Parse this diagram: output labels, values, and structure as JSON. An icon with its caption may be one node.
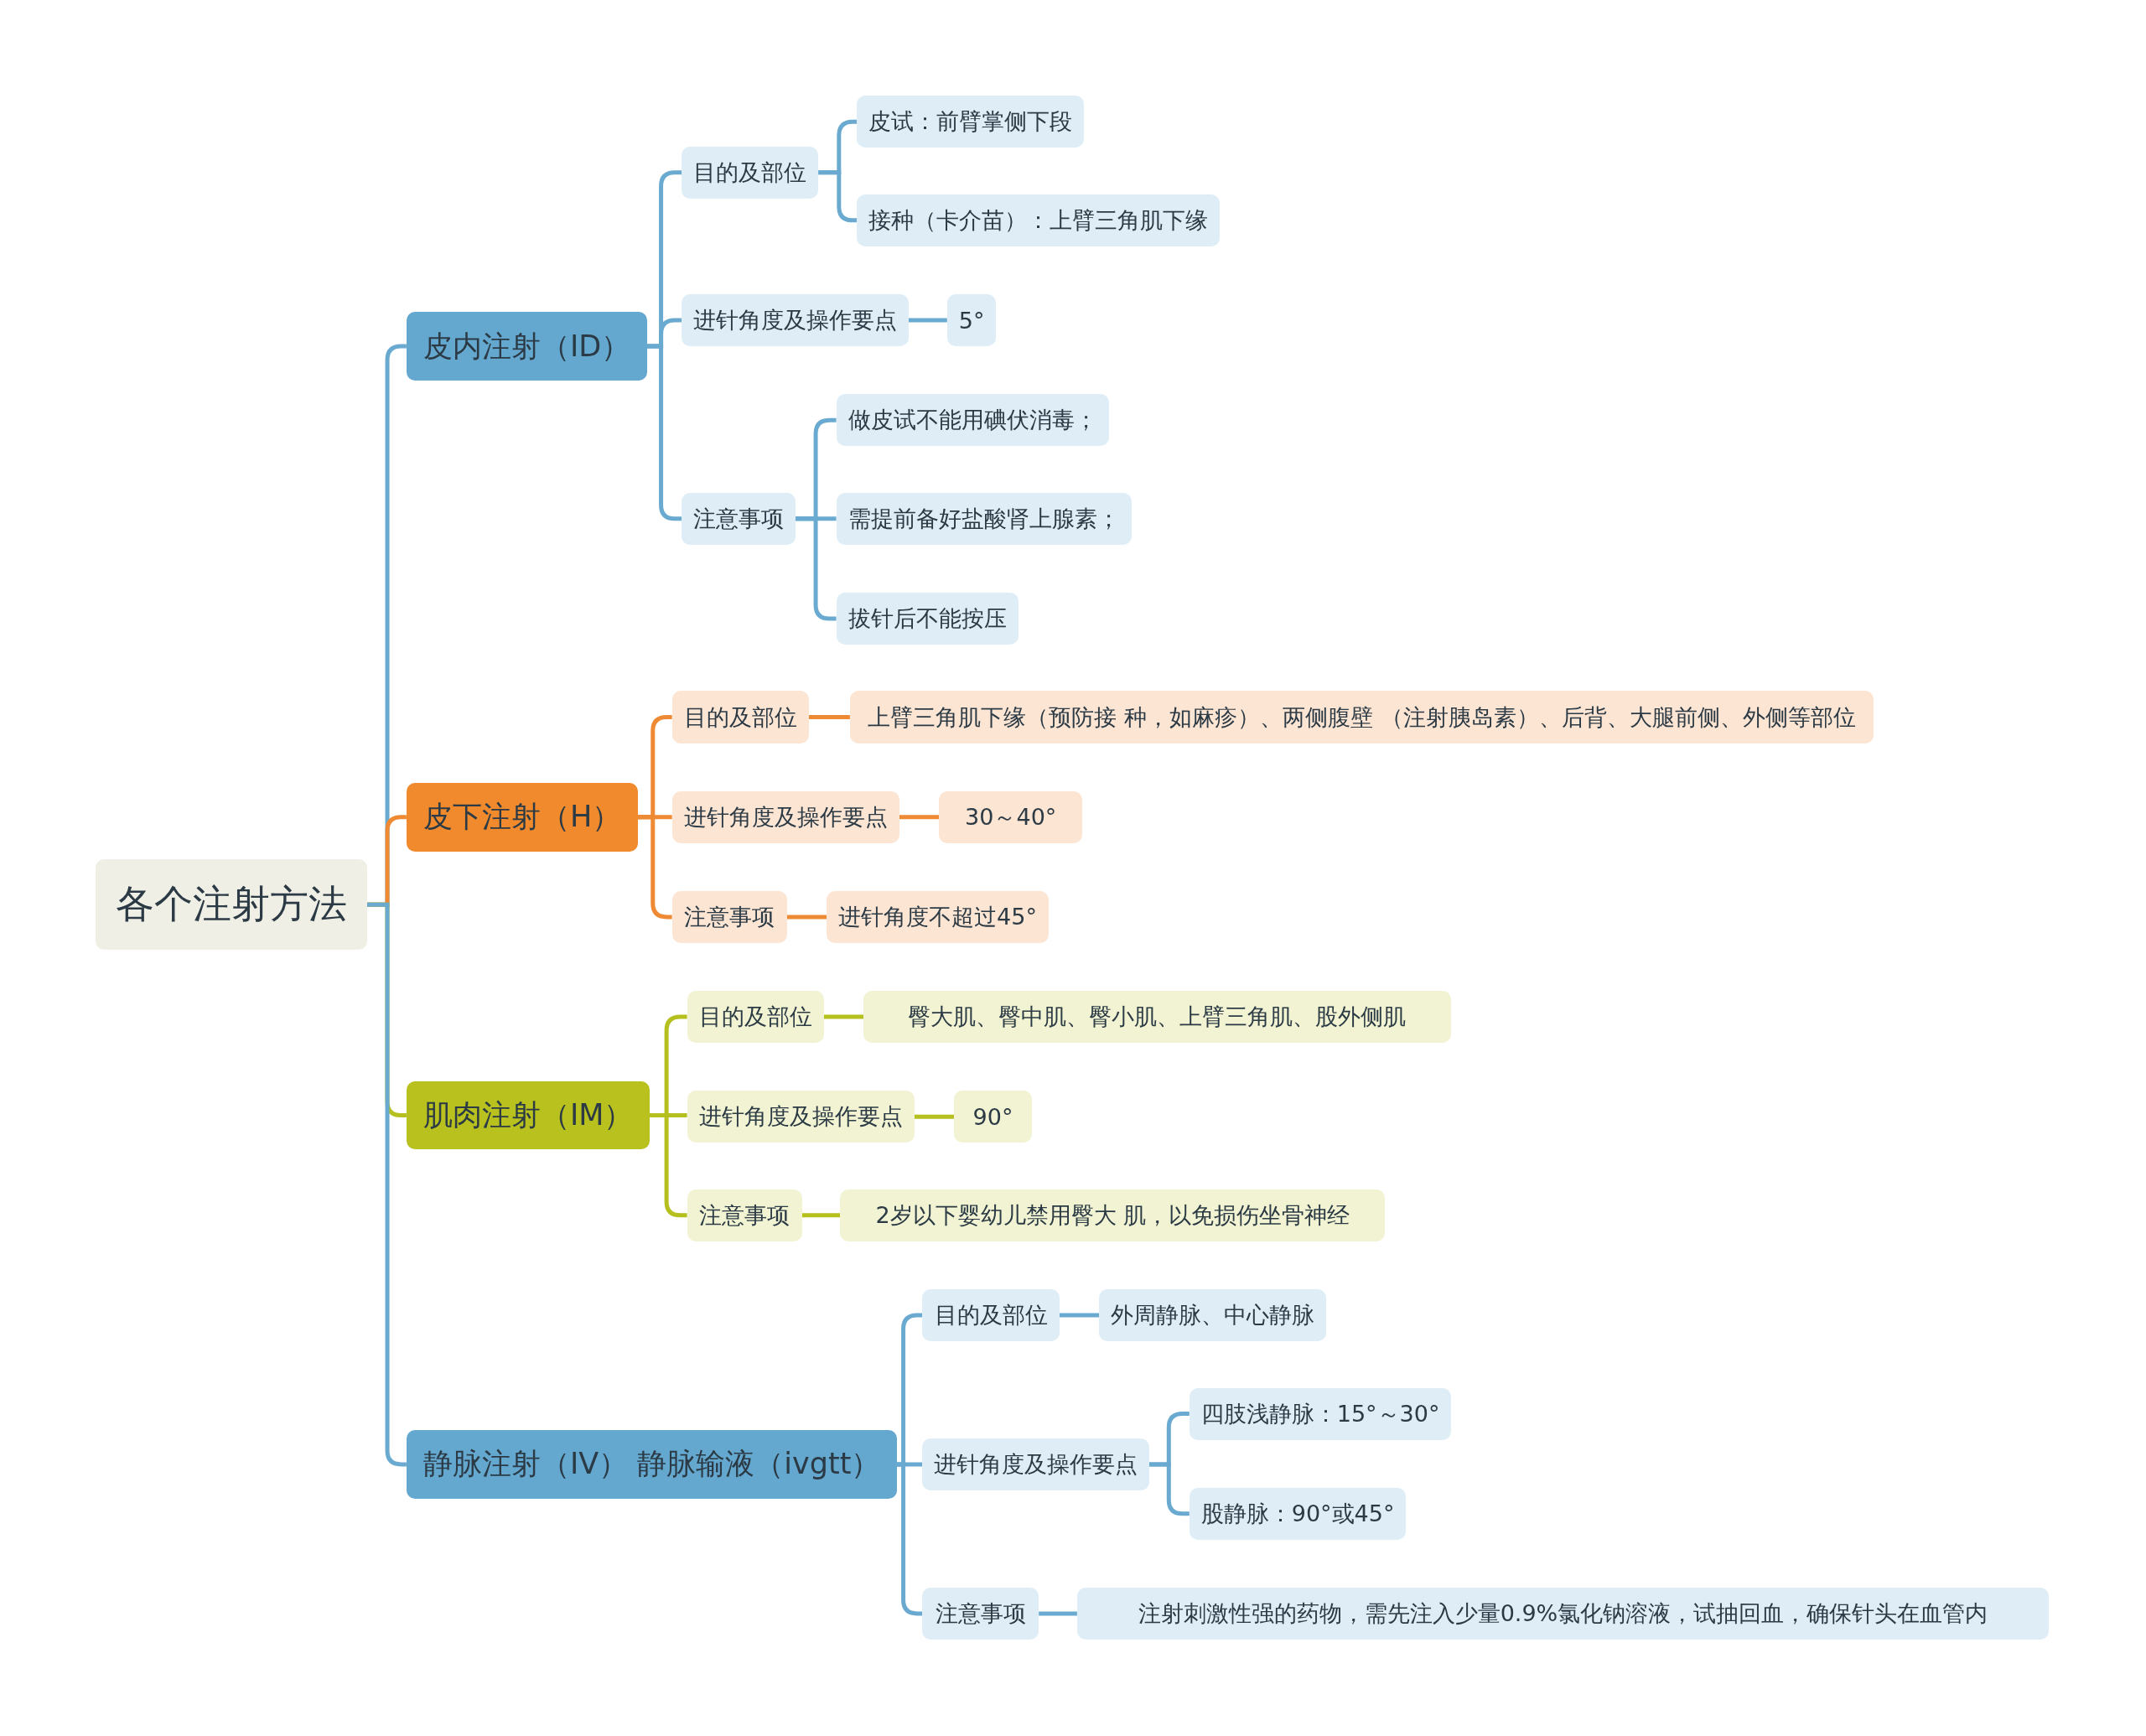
{
  "diagram": {
    "nodes": [
      {
        "text": [
          "各个注射方法"
        ]
      },
      {
        "text": [
          "皮内注射（ID）"
        ]
      },
      {
        "text": [
          "目的及部位"
        ]
      },
      {
        "text": [
          "皮试：前臂掌侧下段"
        ]
      },
      {
        "text": [
          "接种（卡介苗）：上臂三角肌下缘"
        ]
      },
      {
        "text": [
          "进针角度及操作要点"
        ]
      },
      {
        "text": [
          "5°"
        ]
      },
      {
        "text": [
          "注意事项"
        ]
      },
      {
        "text": [
          "做皮试不能用碘伏消毒；"
        ]
      },
      {
        "text": [
          "需提前备好盐酸肾上腺素；"
        ]
      },
      {
        "text": [
          "拔针后不能按压"
        ]
      },
      {
        "text": [
          "皮下注射（H）"
        ]
      },
      {
        "text": [
          "目的及部位"
        ]
      },
      {
        "text": [
          "上臂三角肌下缘（预防接 种，如麻疹）、两侧腹壁 （注射胰岛素）、后背、大腿前侧、外侧等部位"
        ]
      },
      {
        "text": [
          "进针角度及操作要点"
        ]
      },
      {
        "text": [
          "30～40°"
        ]
      },
      {
        "text": [
          "注意事项"
        ]
      },
      {
        "text": [
          "进针角度不超过45°"
        ]
      },
      {
        "text": [
          "肌肉注射（IM）"
        ]
      },
      {
        "text": [
          "目的及部位"
        ]
      },
      {
        "text": [
          "臀大肌、臀中肌、臀小肌、上臂三角肌、股外侧肌"
        ]
      },
      {
        "text": [
          "进针角度及操作要点"
        ]
      },
      {
        "text": [
          "90°"
        ]
      },
      {
        "text": [
          "注意事项"
        ]
      },
      {
        "text": [
          "2岁以下婴幼儿禁用臀大 肌，以免损伤坐骨神经"
        ]
      },
      {
        "text": [
          "静脉注射（IV） 静脉输液（ivgtt）"
        ]
      },
      {
        "text": [
          "目的及部位"
        ]
      },
      {
        "text": [
          "外周静脉、中心静脉"
        ]
      },
      {
        "text": [
          "进针角度及操作要点"
        ]
      },
      {
        "text": [
          "四肢浅静脉：15°～30°"
        ]
      },
      {
        "text": [
          "股静脉：90°或45°"
        ]
      },
      {
        "text": [
          "注意事项"
        ]
      },
      {
        "text": [
          "注射刺激性强的药物，需先注入少量0.9%氯化钠溶液，试抽回血，确保针头在血管内"
        ]
      }
    ],
    "edges": [
      {
        "from": 0,
        "to": 1,
        "arrow": "none"
      },
      {
        "from": 1,
        "to": 2,
        "arrow": "none"
      },
      {
        "from": 2,
        "to": 3,
        "arrow": "none"
      },
      {
        "from": 2,
        "to": 4,
        "arrow": "none"
      },
      {
        "from": 1,
        "to": 5,
        "arrow": "none"
      },
      {
        "from": 5,
        "to": 6,
        "arrow": "none"
      },
      {
        "from": 1,
        "to": 7,
        "arrow": "none"
      },
      {
        "from": 7,
        "to": 8,
        "arrow": "none"
      },
      {
        "from": 7,
        "to": 9,
        "arrow": "none"
      },
      {
        "from": 7,
        "to": 10,
        "arrow": "none"
      },
      {
        "from": 0,
        "to": 11,
        "arrow": "none",
        "color": "#ee8a33"
      },
      {
        "from": 11,
        "to": 12,
        "arrow": "none",
        "color": "#ee8a33"
      },
      {
        "from": 12,
        "to": 13,
        "arrow": "none",
        "color": "#ee8a33"
      },
      {
        "from": 11,
        "to": 14,
        "arrow": "none",
        "color": "#ee8a33"
      },
      {
        "from": 14,
        "to": 15,
        "arrow": "none",
        "color": "#ee8a33"
      },
      {
        "from": 11,
        "to": 16,
        "arrow": "none",
        "color": "#ee8a33"
      },
      {
        "from": 16,
        "to": 17,
        "arrow": "none",
        "color": "#ee8a33"
      },
      {
        "from": 0,
        "to": 18,
        "arrow": "none",
        "color": "#b5bf1e"
      },
      {
        "from": 18,
        "to": 19,
        "arrow": "none",
        "color": "#b5bf1e"
      },
      {
        "from": 19,
        "to": 20,
        "arrow": "none",
        "color": "#b5bf1e"
      },
      {
        "from": 18,
        "to": 21,
        "arrow": "none",
        "color": "#b5bf1e"
      },
      {
        "from": 21,
        "to": 22,
        "arrow": "none",
        "color": "#b5bf1e"
      },
      {
        "from": 18,
        "to": 23,
        "arrow": "none",
        "color": "#b5bf1e"
      },
      {
        "from": 23,
        "to": 24,
        "arrow": "none",
        "color": "#b5bf1e"
      },
      {
        "from": 0,
        "to": 25,
        "arrow": "none"
      },
      {
        "from": 25,
        "to": 26,
        "arrow": "none"
      },
      {
        "from": 26,
        "to": 27,
        "arrow": "none"
      },
      {
        "from": 25,
        "to": 28,
        "arrow": "none"
      },
      {
        "from": 28,
        "to": 29,
        "arrow": "none"
      },
      {
        "from": 28,
        "to": 30,
        "arrow": "none"
      },
      {
        "from": 25,
        "to": 31,
        "arrow": "none"
      },
      {
        "from": 31,
        "to": 32,
        "arrow": "none"
      }
    ]
  }
}
